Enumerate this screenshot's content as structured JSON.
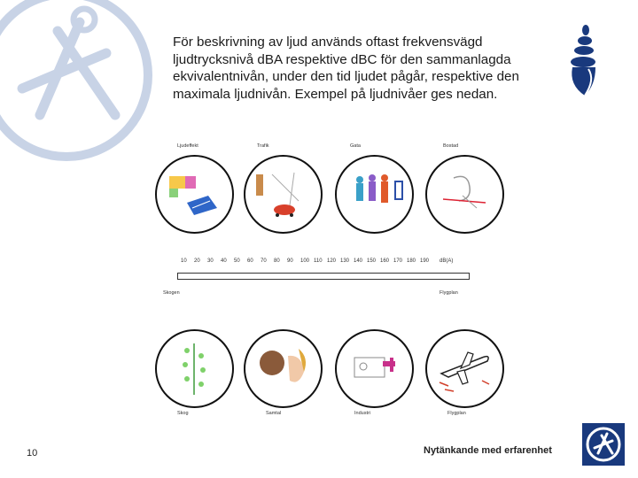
{
  "slide": {
    "paragraph": "För beskrivning av ljud används oftast frekvensvägd ljudtrycksnivå dBA respektive dBC för den sammanlagda ekvivalentnivån, under den tid ljudet pågår, respektive den maximala ljudnivån. Exempel på ljudnivåer ges nedan.",
    "slide_number": "10",
    "tagline": "Nytänkande med erfarenhet"
  },
  "figure": {
    "top_captions": [
      "Ljudeffekt",
      "Trafik",
      "Gata",
      "Bostad"
    ],
    "scale_values": [
      "10",
      "20",
      "30",
      "40",
      "50",
      "60",
      "70",
      "80",
      "90",
      "100",
      "110",
      "120",
      "130",
      "140",
      "150",
      "160",
      "170",
      "180",
      "190"
    ],
    "scale_unit": "dB(A)",
    "left_label": "Skogen",
    "right_label": "Flygplan",
    "bottom_captions": [
      "Skog",
      "Samtal",
      "Industri",
      "Flygplan"
    ]
  },
  "colors": {
    "watermark": "#c8d3e6",
    "brand_blue": "#19397d"
  }
}
